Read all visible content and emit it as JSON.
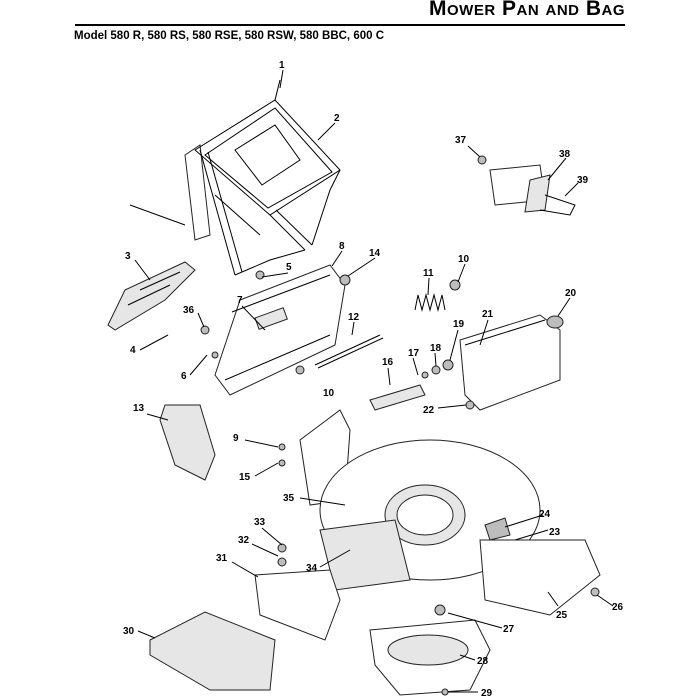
{
  "header": {
    "title": "Mower Pan and Bag",
    "model_line": "Model 580 R, 580 RS, 580 RSE, 580 RSW, 580 BBC, 600 C"
  },
  "diagram": {
    "callouts": [
      "1",
      "2",
      "3",
      "4",
      "5",
      "6",
      "7",
      "8",
      "9",
      "10",
      "10",
      "11",
      "12",
      "13",
      "14",
      "15",
      "16",
      "17",
      "18",
      "19",
      "20",
      "21",
      "22",
      "23",
      "24",
      "25",
      "26",
      "27",
      "28",
      "29",
      "30",
      "31",
      "32",
      "33",
      "34",
      "35",
      "36",
      "37",
      "38",
      "39"
    ]
  }
}
